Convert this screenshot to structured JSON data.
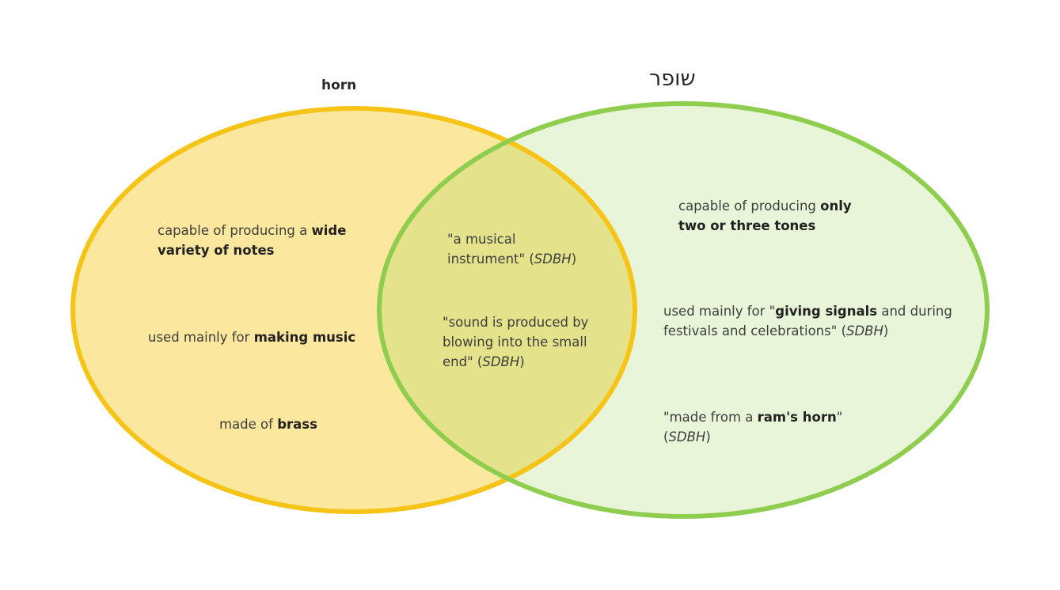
{
  "colors": {
    "horn_fill": "#fbe79d",
    "horn_stroke": "#f5c417",
    "shofar_fill": "#e9f5d8",
    "shofar_stroke": "#8fcd4f",
    "overlap_fill": "#e4e38b"
  },
  "sets": {
    "left": {
      "title": "horn"
    },
    "right": {
      "title": "שופר"
    }
  },
  "notes": {
    "left_1": {
      "pre": "capable of producing a ",
      "bold": "wide variety of notes"
    },
    "left_2": {
      "pre": "used mainly for ",
      "bold": "making music"
    },
    "left_3": {
      "pre": "made of ",
      "bold": "brass"
    },
    "center_1": {
      "pre": "\"a musical instrument\" (",
      "italic": "SDBH",
      "post": ")"
    },
    "center_2": {
      "pre": "\"sound is produced by blowing into the small end\" (",
      "italic": "SDBH",
      "post": ")"
    },
    "right_1": {
      "pre": "capable of producing ",
      "bold": "only two or three tones"
    },
    "right_2": {
      "pre": "used mainly for \"",
      "bold": "giving signals",
      "mid": " and during festivals and celebrations\" (",
      "italic": "SDBH",
      "post": ")"
    },
    "right_3": {
      "pre": "\"made from a ",
      "bold": "ram's horn",
      "mid": "\" (",
      "italic": "SDBH",
      "post": ")"
    }
  }
}
